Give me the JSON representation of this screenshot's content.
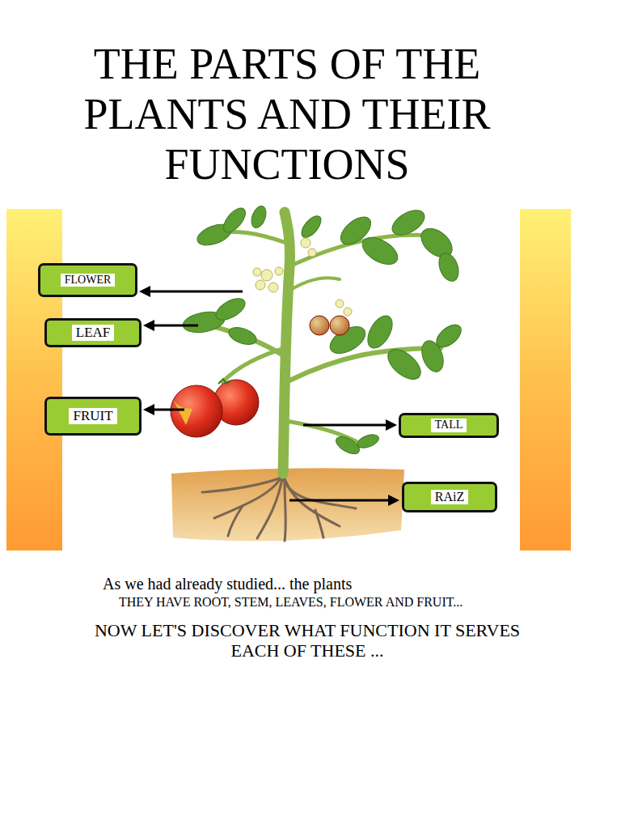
{
  "diagram": {
    "title": "THE PARTS OF THE PLANTS AND THEIR FUNCTIONS",
    "nodes": [
      {
        "text": [
          "FLOWER"
        ]
      },
      {
        "text": [
          "LEAF"
        ]
      },
      {
        "text": [
          "FRUIT"
        ]
      },
      {
        "text": [
          "TALL"
        ]
      },
      {
        "text": [
          "RAiZ"
        ]
      }
    ],
    "labels": [
      "As we had already studied... the plants",
      "THEY HAVE ROOT, STEM, LEAVES, FLOWER AND FRUIT...",
      "NOW LET'S DISCOVER WHAT FUNCTION IT SERVES EACH OF THESE ..."
    ]
  }
}
